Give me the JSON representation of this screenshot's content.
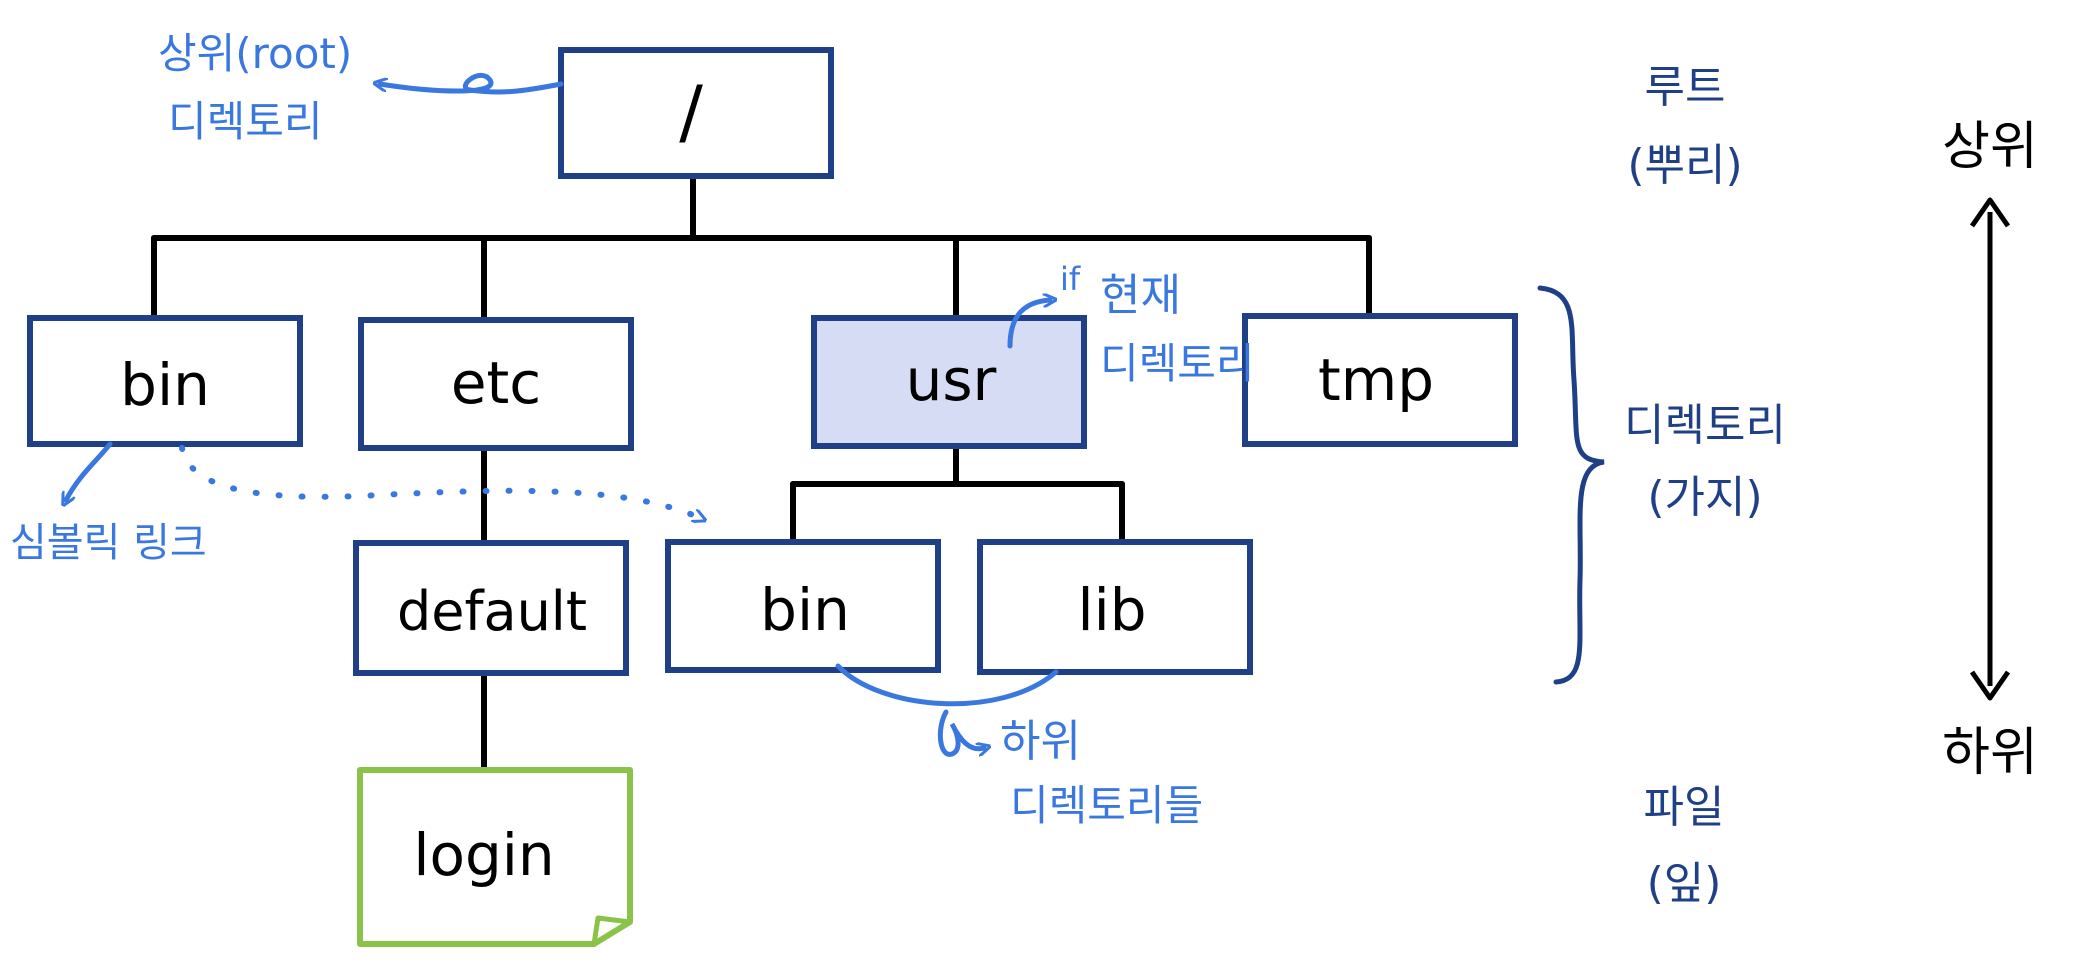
{
  "colors": {
    "box_stroke": "#1f3f86",
    "highlight_fill": "#d5dcf3",
    "file_stroke": "#8bc34a",
    "annotation": "#3a78e0",
    "side_label": "#1f3f86",
    "line": "#000000"
  },
  "nodes": {
    "root": "/",
    "bin": "bin",
    "etc": "etc",
    "usr": "usr",
    "tmp": "tmp",
    "default": "default",
    "usr_bin": "bin",
    "lib": "lib",
    "login": "login"
  },
  "annotations": {
    "root_line1": "상위(root)",
    "root_line2": "디렉토리",
    "current_prefix": "if",
    "current_line1": "현재",
    "current_line2": "디렉토리",
    "symlink": "심볼릭 링크",
    "sub_line1": "하위",
    "sub_line2": "디렉토리들"
  },
  "side_labels": {
    "root_line1": "루트",
    "root_line2": "(뿌리)",
    "dir_line1": "디렉토리",
    "dir_line2": "(가지)",
    "file_line1": "파일",
    "file_line2": "(잎)"
  },
  "axis": {
    "top": "상위",
    "bottom": "하위"
  }
}
